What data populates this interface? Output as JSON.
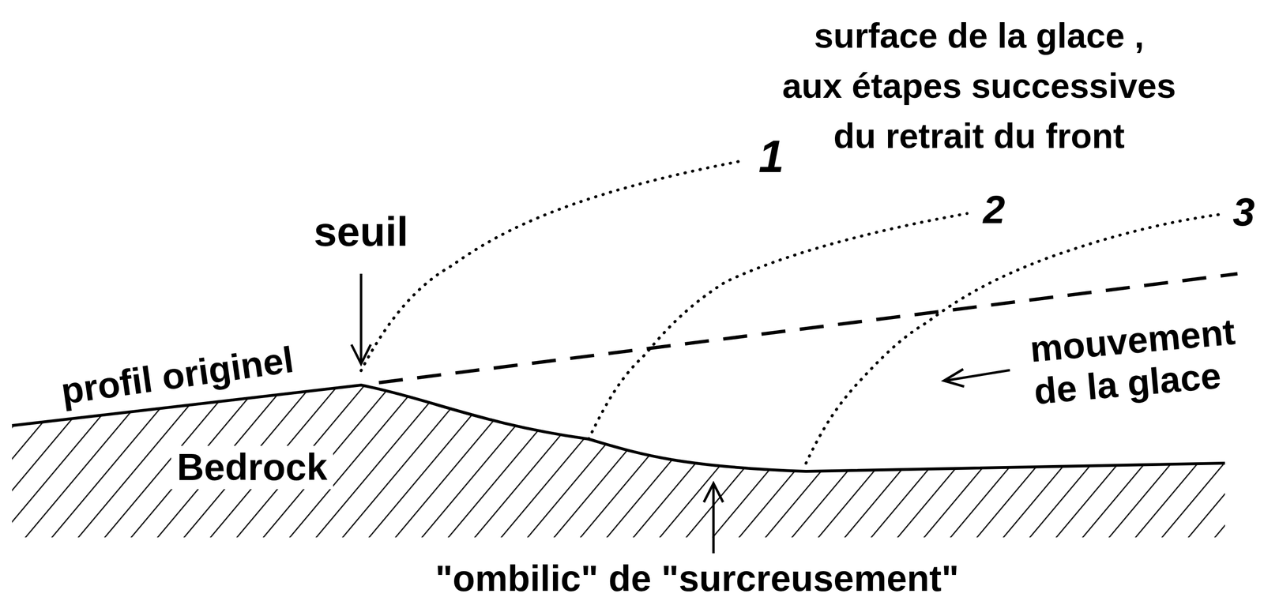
{
  "diagram": {
    "labels": [
      "surface de la glace , aux étapes successives du retrait du front",
      "1",
      "2",
      "3",
      "seuil",
      "profil originel",
      "Bedrock",
      "mouvement de la glace",
      "\"ombilic\" de \"surcreusement\""
    ]
  }
}
